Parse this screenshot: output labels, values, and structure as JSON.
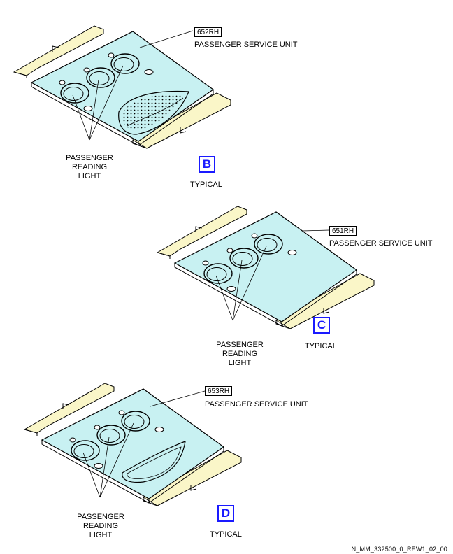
{
  "views": [
    {
      "part_number": "652RH",
      "part_name": "PASSENGER SERVICE UNIT",
      "callout_lines": [
        "PASSENGER",
        "READING",
        "LIGHT"
      ],
      "view_letter": "B",
      "typical_label": "TYPICAL"
    },
    {
      "part_number": "651RH",
      "part_name": "PASSENGER SERVICE UNIT",
      "callout_lines": [
        "PASSENGER",
        "READING",
        "LIGHT"
      ],
      "view_letter": "C",
      "typical_label": "TYPICAL"
    },
    {
      "part_number": "653RH",
      "part_name": "PASSENGER SERVICE UNIT",
      "callout_lines": [
        "PASSENGER",
        "READING",
        "LIGHT"
      ],
      "view_letter": "D",
      "typical_label": "TYPICAL"
    }
  ],
  "footer": {
    "drawing_id": "N_MM_332500_0_REW1_02_00"
  },
  "colors": {
    "panel": "#c8f1f2",
    "rail": "#faf6c8",
    "view_box": "#1a1aff"
  }
}
